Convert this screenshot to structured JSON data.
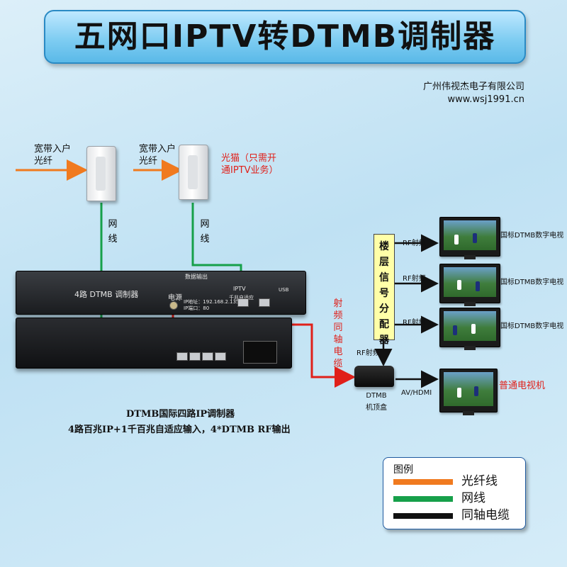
{
  "title": "五网口IPTV转DTMB调制器",
  "company": {
    "name": "广州伟视杰电子有限公司",
    "website": "www.wsj1991.cn"
  },
  "inputs": [
    {
      "label_line1": "宽带入户",
      "label_line2": "光纤"
    },
    {
      "label_line1": "宽带入户",
      "label_line2": "光纤"
    }
  ],
  "optical_modem_note": {
    "line1": "光猫（只需开",
    "line2": "通IPTV业务）"
  },
  "network_cable_label": [
    "网",
    "线"
  ],
  "modulator": {
    "front_label": "4路 DTMB 调制器",
    "panel_texts": [
      "数据输出",
      "电源",
      "IP地址：192.168.2.135",
      "IP端口：80",
      "IPTV",
      "千兆自适应",
      "USB"
    ]
  },
  "rf_coax_label": [
    "射",
    "频",
    "同",
    "轴",
    "电",
    "缆"
  ],
  "splitter": {
    "chars": [
      "楼",
      "层",
      "信",
      "号",
      "分",
      "配",
      "器"
    ]
  },
  "rf_label": "RF射频",
  "tvs": [
    {
      "label": "国标DTMB数字电视"
    },
    {
      "label": "国标DTMB数字电视"
    },
    {
      "label": "国标DTMB数字电视"
    },
    {
      "label": "普通电视机"
    }
  ],
  "stb": {
    "line1": "DTMB",
    "line2": "机顶盒"
  },
  "stb_output": "AV/HDMI",
  "description": {
    "line1": "DTMB国际四路IP调制器",
    "line2": "4路百兆IP+1千百兆自适应输入，4*DTMB RF输出"
  },
  "legend": {
    "title": "图例",
    "items": [
      {
        "label": "光纤线",
        "color": "#f07a1f"
      },
      {
        "label": "网线",
        "color": "#16a04a"
      },
      {
        "label": "同轴电缆",
        "color": "#111111"
      }
    ]
  },
  "colors": {
    "fiber": "#f07a1f",
    "network": "#16a04a",
    "coax_red": "#e0201a",
    "coax_black": "#111111"
  }
}
